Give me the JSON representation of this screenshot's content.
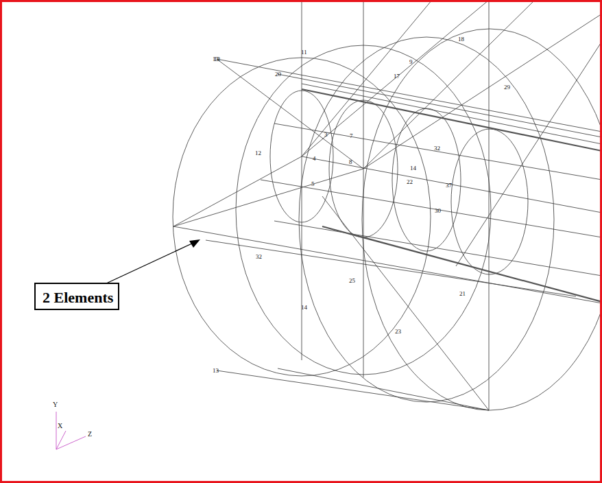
{
  "diagram": {
    "nodes": [
      {
        "text": [
          "2 Elements"
        ]
      }
    ],
    "labels": [
      "13",
      "20",
      "11",
      "18",
      "17",
      "9",
      "29",
      "12",
      "4",
      "5",
      "3",
      "7",
      "8",
      "32",
      "14",
      "37",
      "30",
      "22",
      "25",
      "21",
      "23",
      "14",
      "32",
      "13",
      "13",
      "Y",
      "X",
      "Z"
    ]
  }
}
